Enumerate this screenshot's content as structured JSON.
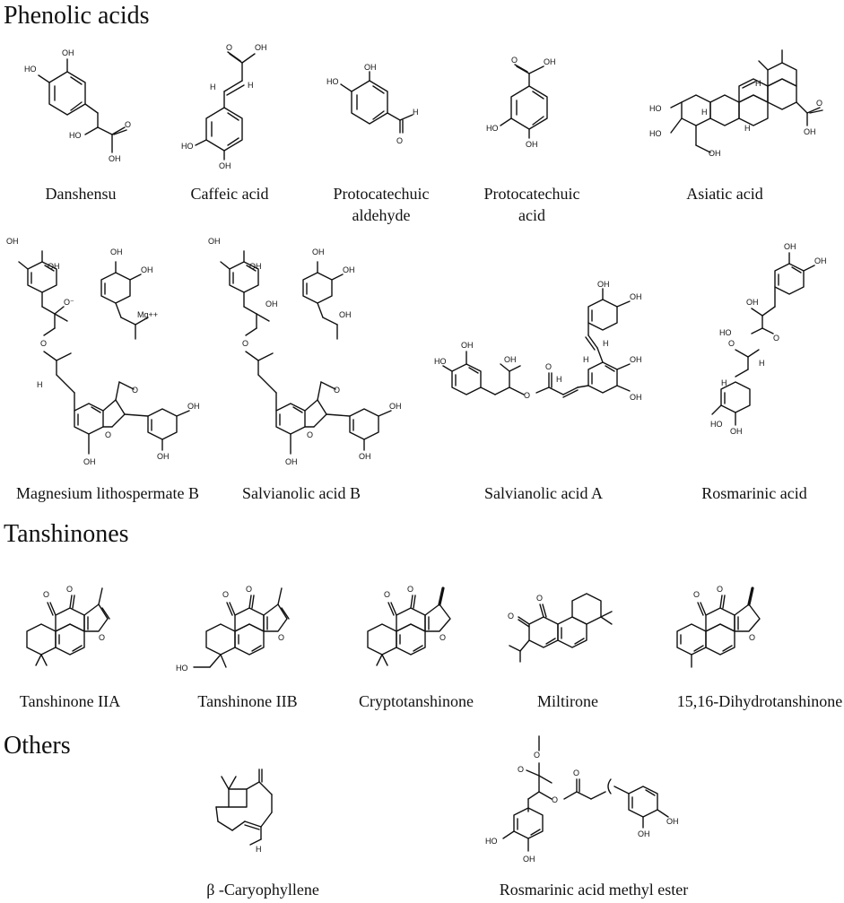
{
  "sections": {
    "phenolic": "Phenolic acids",
    "tanshinones": "Tanshinones",
    "others": "Others"
  },
  "compounds": {
    "danshensu": "Danshensu",
    "caffeic": "Caffeic acid",
    "pc_aldehyde_1": "Protocatechuic",
    "pc_aldehyde_2": "aldehyde",
    "pc_acid_1": "Protocatechuic",
    "pc_acid_2": "acid",
    "asiatic": "Asiatic acid",
    "mg_lith": "Magnesium lithospermate B",
    "sal_b": "Salvianolic acid B",
    "sal_a": "Salvianolic acid A",
    "rosmarinic": "Rosmarinic acid",
    "tan_iia": "Tanshinone IIA",
    "tan_iib": "Tanshinone IIB",
    "crypto": "Cryptotanshinone",
    "miltirone": "Miltirone",
    "dihydro": "15,16-Dihydrotanshinone",
    "caryophyllene": "β -Caryophyllene",
    "ros_methyl": "Rosmarinic acid methyl ester"
  },
  "atoms": {
    "oh": "OH",
    "ho": "HO",
    "o": "O",
    "h": "H",
    "o_minus": "O⁻",
    "mg": "Mg++"
  },
  "icons": {
    "structure": "chemical-structure-icon"
  }
}
